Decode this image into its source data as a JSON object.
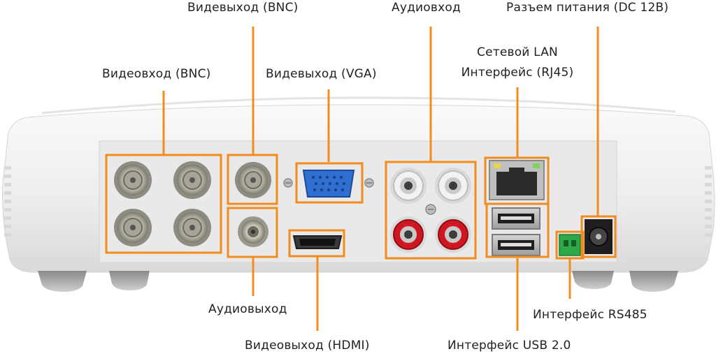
{
  "labels": {
    "video_in_bnc": "Видеовход (BNC)",
    "video_out_bnc": "Видевыход (BNC)",
    "video_out_vga": "Видевыход (VGA)",
    "audio_in": "Аудиовход",
    "lan_line1": "Сетевой LAN",
    "lan_line2": "Интерфейс (RJ45)",
    "power": "Разъем питания (DC 12В)",
    "audio_out": "Аудиовыход",
    "video_out_hdmi": "Видеовыход (HDMI)",
    "usb": "Интерфейс USB 2.0",
    "rs485": "Интерфейс RS485"
  },
  "colors": {
    "highlight": "#f28c1e",
    "rca_white": "#f2f2f2",
    "rca_red": "#d0161e",
    "vga_blue": "#2f6fd1",
    "terminal_green": "#2fa84a",
    "panel": "#e9e9e9",
    "case": "#f4f4f4"
  }
}
